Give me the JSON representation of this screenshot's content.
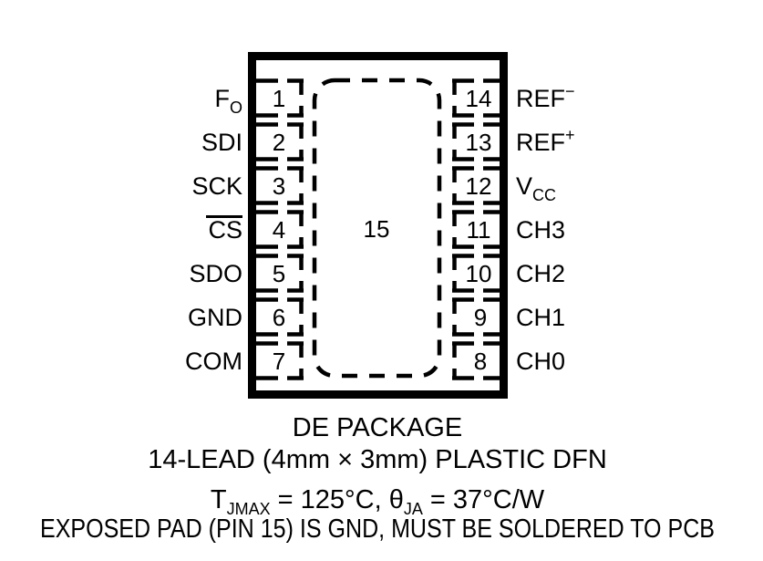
{
  "diagram": {
    "kind": "ic-package-pinout",
    "package_name": "DE PACKAGE",
    "center_pad": {
      "number": "15",
      "name": "exposed-pad"
    },
    "pins_left": [
      {
        "number": "1",
        "label": "F",
        "sub": "O",
        "sup": "",
        "overbar": false
      },
      {
        "number": "2",
        "label": "SDI",
        "sub": "",
        "sup": "",
        "overbar": false
      },
      {
        "number": "3",
        "label": "SCK",
        "sub": "",
        "sup": "",
        "overbar": false
      },
      {
        "number": "4",
        "label": "CS",
        "sub": "",
        "sup": "",
        "overbar": true
      },
      {
        "number": "5",
        "label": "SDO",
        "sub": "",
        "sup": "",
        "overbar": false
      },
      {
        "number": "6",
        "label": "GND",
        "sub": "",
        "sup": "",
        "overbar": false
      },
      {
        "number": "7",
        "label": "COM",
        "sub": "",
        "sup": "",
        "overbar": false
      }
    ],
    "pins_right": [
      {
        "number": "14",
        "label": "REF",
        "sub": "",
        "sup": "−",
        "overbar": false
      },
      {
        "number": "13",
        "label": "REF",
        "sub": "",
        "sup": "+",
        "overbar": false
      },
      {
        "number": "12",
        "label": "V",
        "sub": "CC",
        "sup": "",
        "overbar": false
      },
      {
        "number": "11",
        "label": "CH3",
        "sub": "",
        "sup": "",
        "overbar": false
      },
      {
        "number": "10",
        "label": "CH2",
        "sub": "",
        "sup": "",
        "overbar": false
      },
      {
        "number": "9",
        "label": "CH1",
        "sub": "",
        "sup": "",
        "overbar": false
      },
      {
        "number": "8",
        "label": "CH0",
        "sub": "",
        "sup": "",
        "overbar": false
      }
    ],
    "caption": {
      "line1": "DE PACKAGE",
      "line2": "14-LEAD (4mm × 3mm) PLASTIC DFN",
      "line3_prefix": "T",
      "line3_sub1": "JMAX",
      "line3_mid": " = 125°C, θ",
      "line3_sub2": "JA",
      "line3_suffix": " = 37°C/W",
      "line4": "EXPOSED PAD (PIN 15) IS GND, MUST BE SOLDERED TO PCB"
    },
    "colors": {
      "ink": "#000000",
      "background": "#ffffff"
    }
  }
}
